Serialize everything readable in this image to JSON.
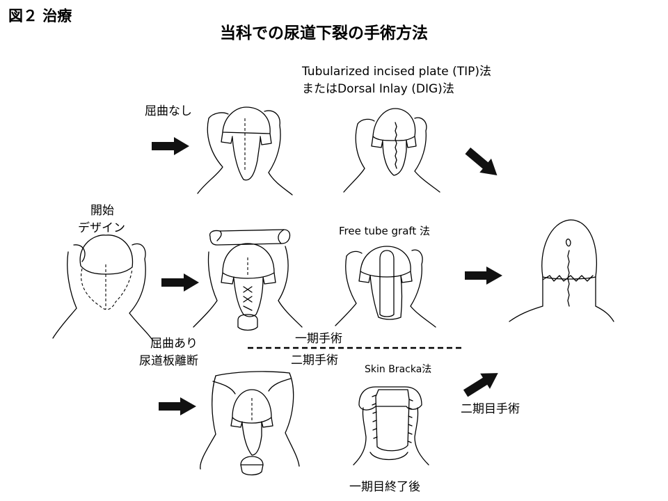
{
  "figure_id": "図２ 治療",
  "title": "当科での尿道下裂の手術方法",
  "labels": {
    "tip_line1": "Tubularized incised plate (TIP)法",
    "tip_line2": "またはDorsal Inlay (DIG)法",
    "no_curvature": "屈曲なし",
    "start_line1": "開始",
    "start_line2": "デザイン",
    "free_tube": "Free tube graft 法",
    "curvature_line1": "屈曲あり",
    "curvature_line2": "尿道板離断",
    "stage_one": "一期手術",
    "stage_two": "二期手術",
    "skin_bracka": "Skin Bracka法",
    "second_stage": "二期目手術",
    "after_first_stage": "一期目終了後"
  }
}
